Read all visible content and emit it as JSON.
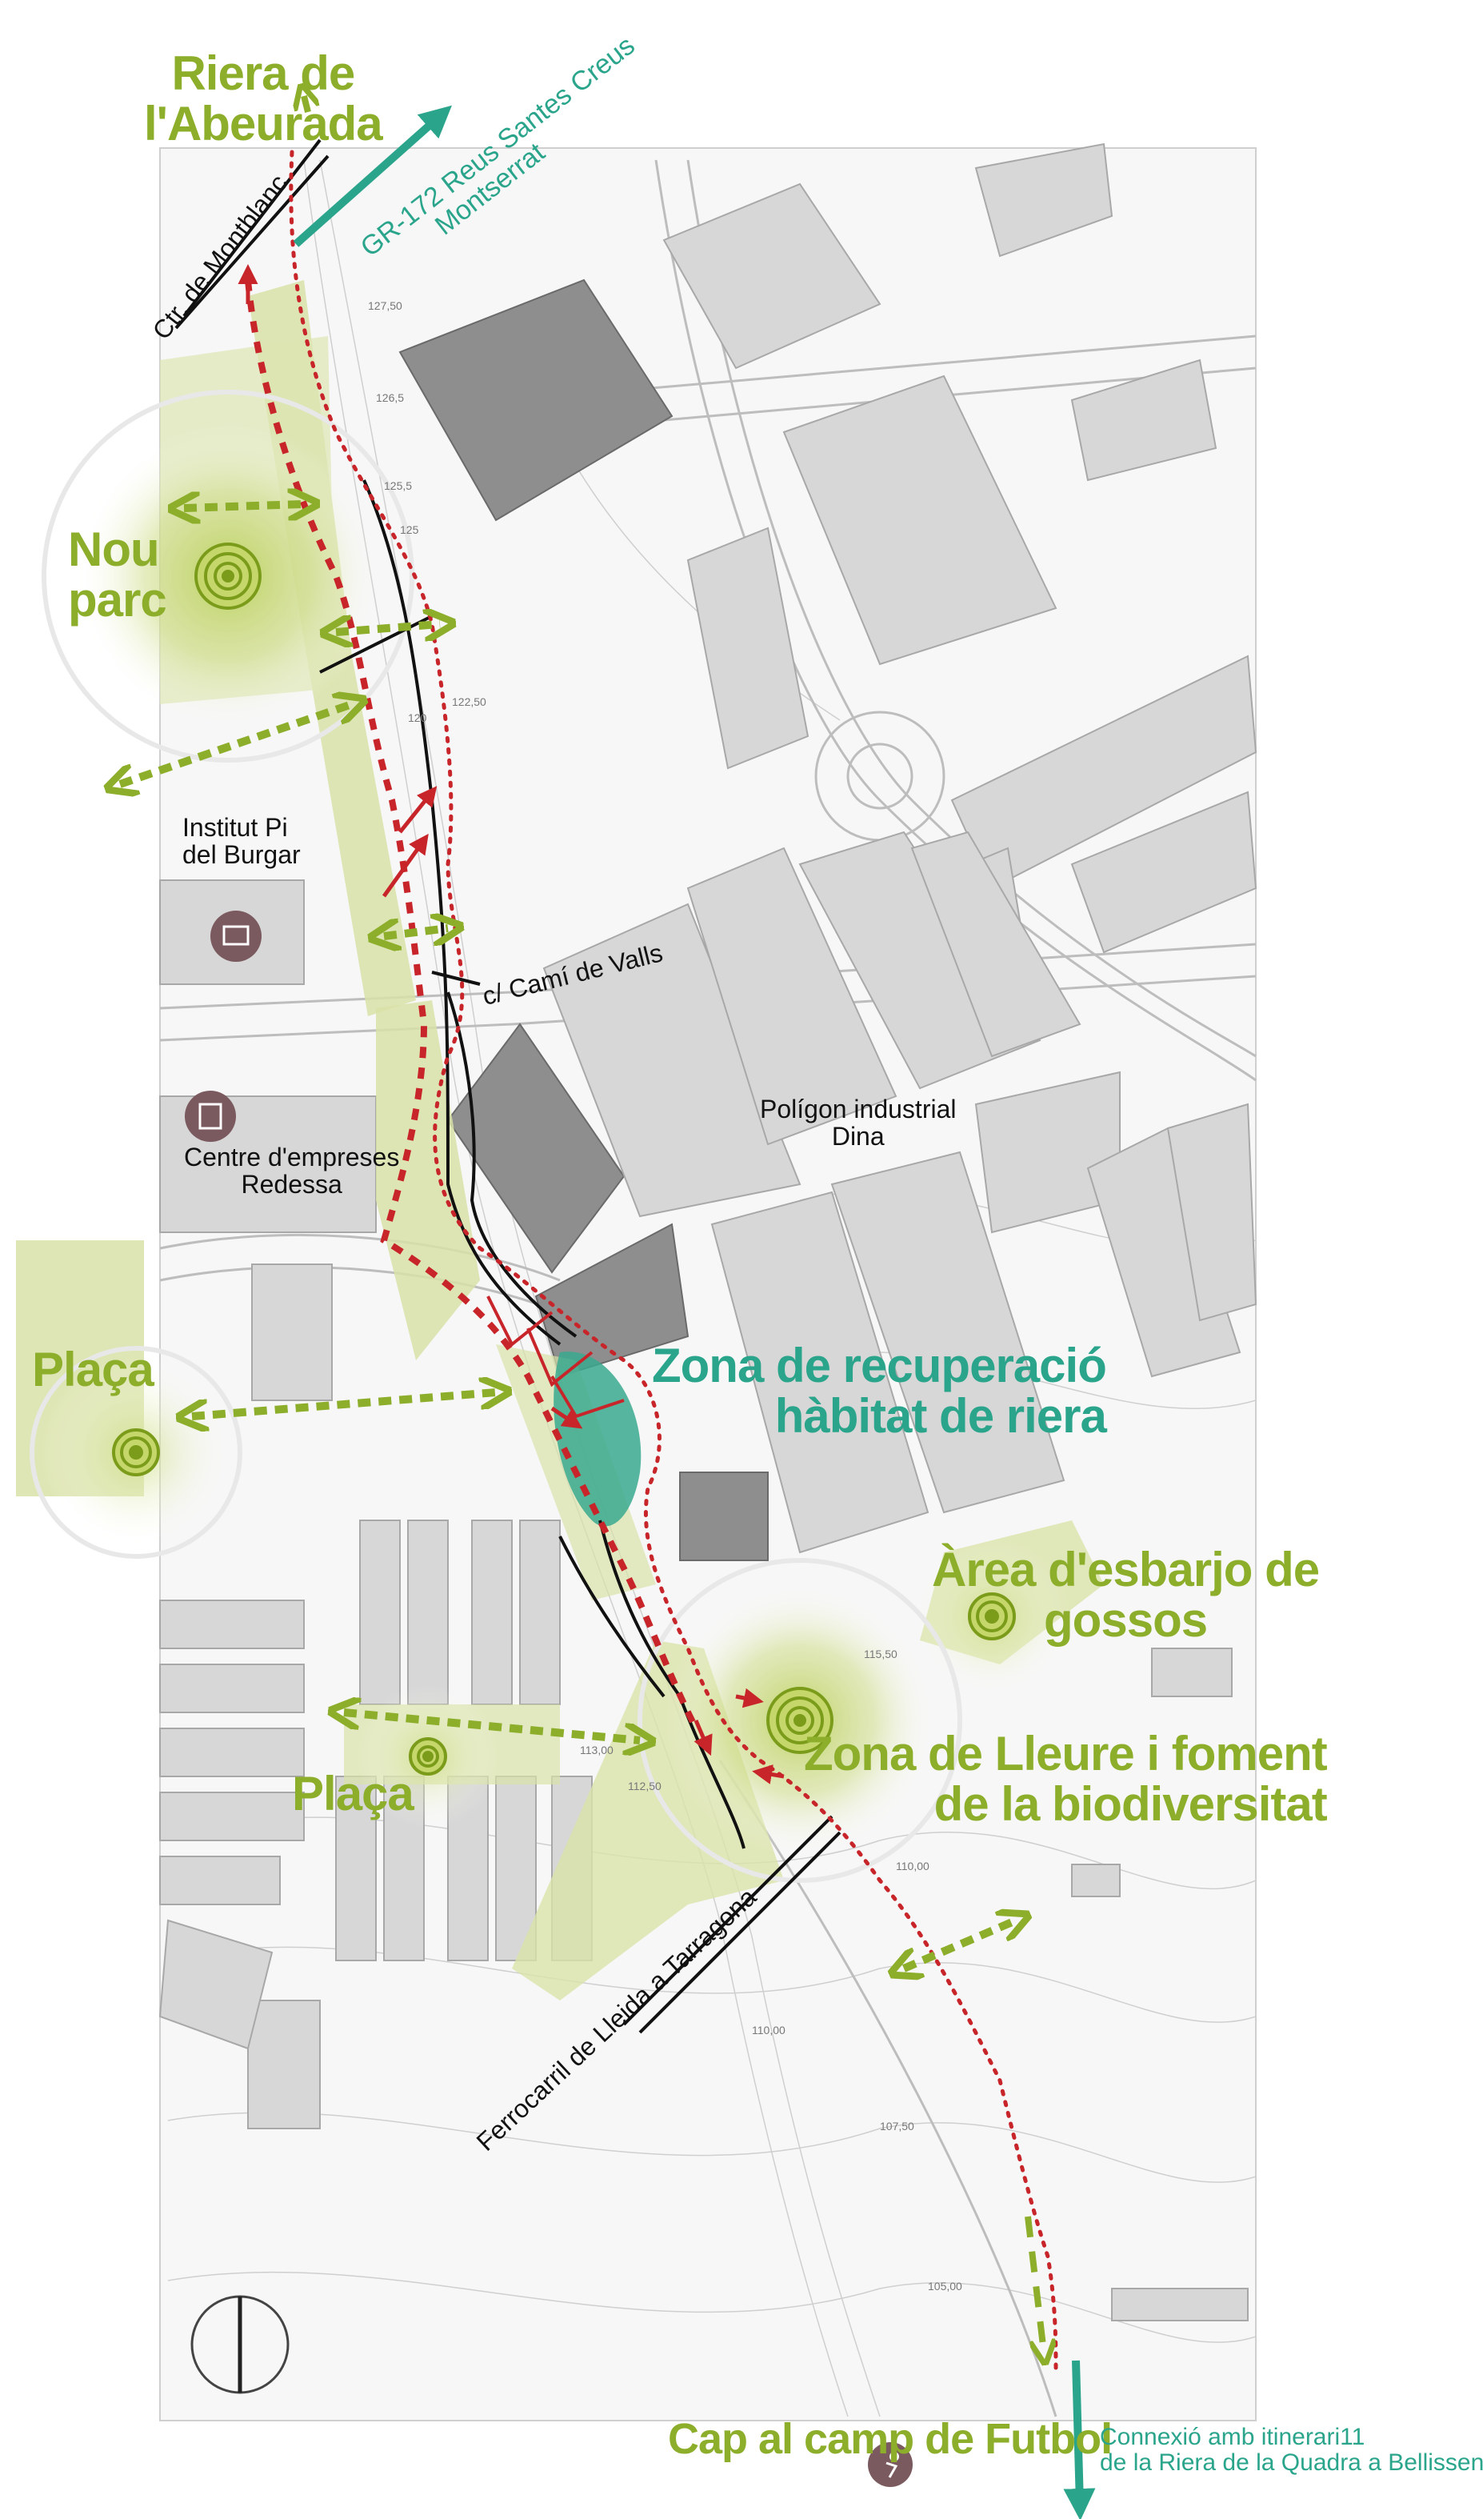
{
  "labels": {
    "riera_abeurada_1": "Riera de",
    "riera_abeurada_2": "l'Abeurada",
    "gr172_1": "GR-172 Reus Santes Creus",
    "gr172_2": "Montserrat",
    "ctra_montblanc": "Ctr. de Montblanc",
    "nou_parc_1": "Nou",
    "nou_parc_2": "parc",
    "institut_1": "Institut Pi",
    "institut_2": "del Burgar",
    "cami_valls": "c/ Camí de Valls",
    "centre_empreses_1": "Centre d'empreses",
    "centre_empreses_2": "Redessa",
    "poligon_1": "Polígon industrial",
    "poligon_2": "Dina",
    "placa_1": "Plaça",
    "zona_recuperacio_1": "Zona de recuperació",
    "zona_recuperacio_2": "hàbitat de riera",
    "area_esbarjo_1": "Àrea d'esbarjo de",
    "area_esbarjo_2": "gossos",
    "placa_2": "Plaça",
    "zona_lleure_1": "Zona de Lleure i foment",
    "zona_lleure_2": "de la biodiversitat",
    "ferrocarril": "Ferrocarril de Lleida a Tarragona",
    "camp_futbol": "Cap al camp de Futbol",
    "connexio_1": "Connexió amb itinerari11",
    "connexio_2": "de la Riera de la Quadra a Bellissens"
  },
  "contours": [
    "127,50",
    "126,5",
    "125,5",
    "125",
    "122,50",
    "120",
    "115,50",
    "113,00",
    "112,50",
    "110,00",
    "107,50",
    "105,00",
    "110,00"
  ],
  "colors": {
    "green": "#8cae2a",
    "teal": "#2aa58c",
    "red_path": "#c8252a",
    "building": "#d7d7d7",
    "building_dark": "#8e8e8e",
    "zone_fill": "#d9e2a8"
  },
  "icons": [
    "school-icon",
    "office-icon",
    "football-icon",
    "north-compass-icon",
    "target-icon"
  ]
}
